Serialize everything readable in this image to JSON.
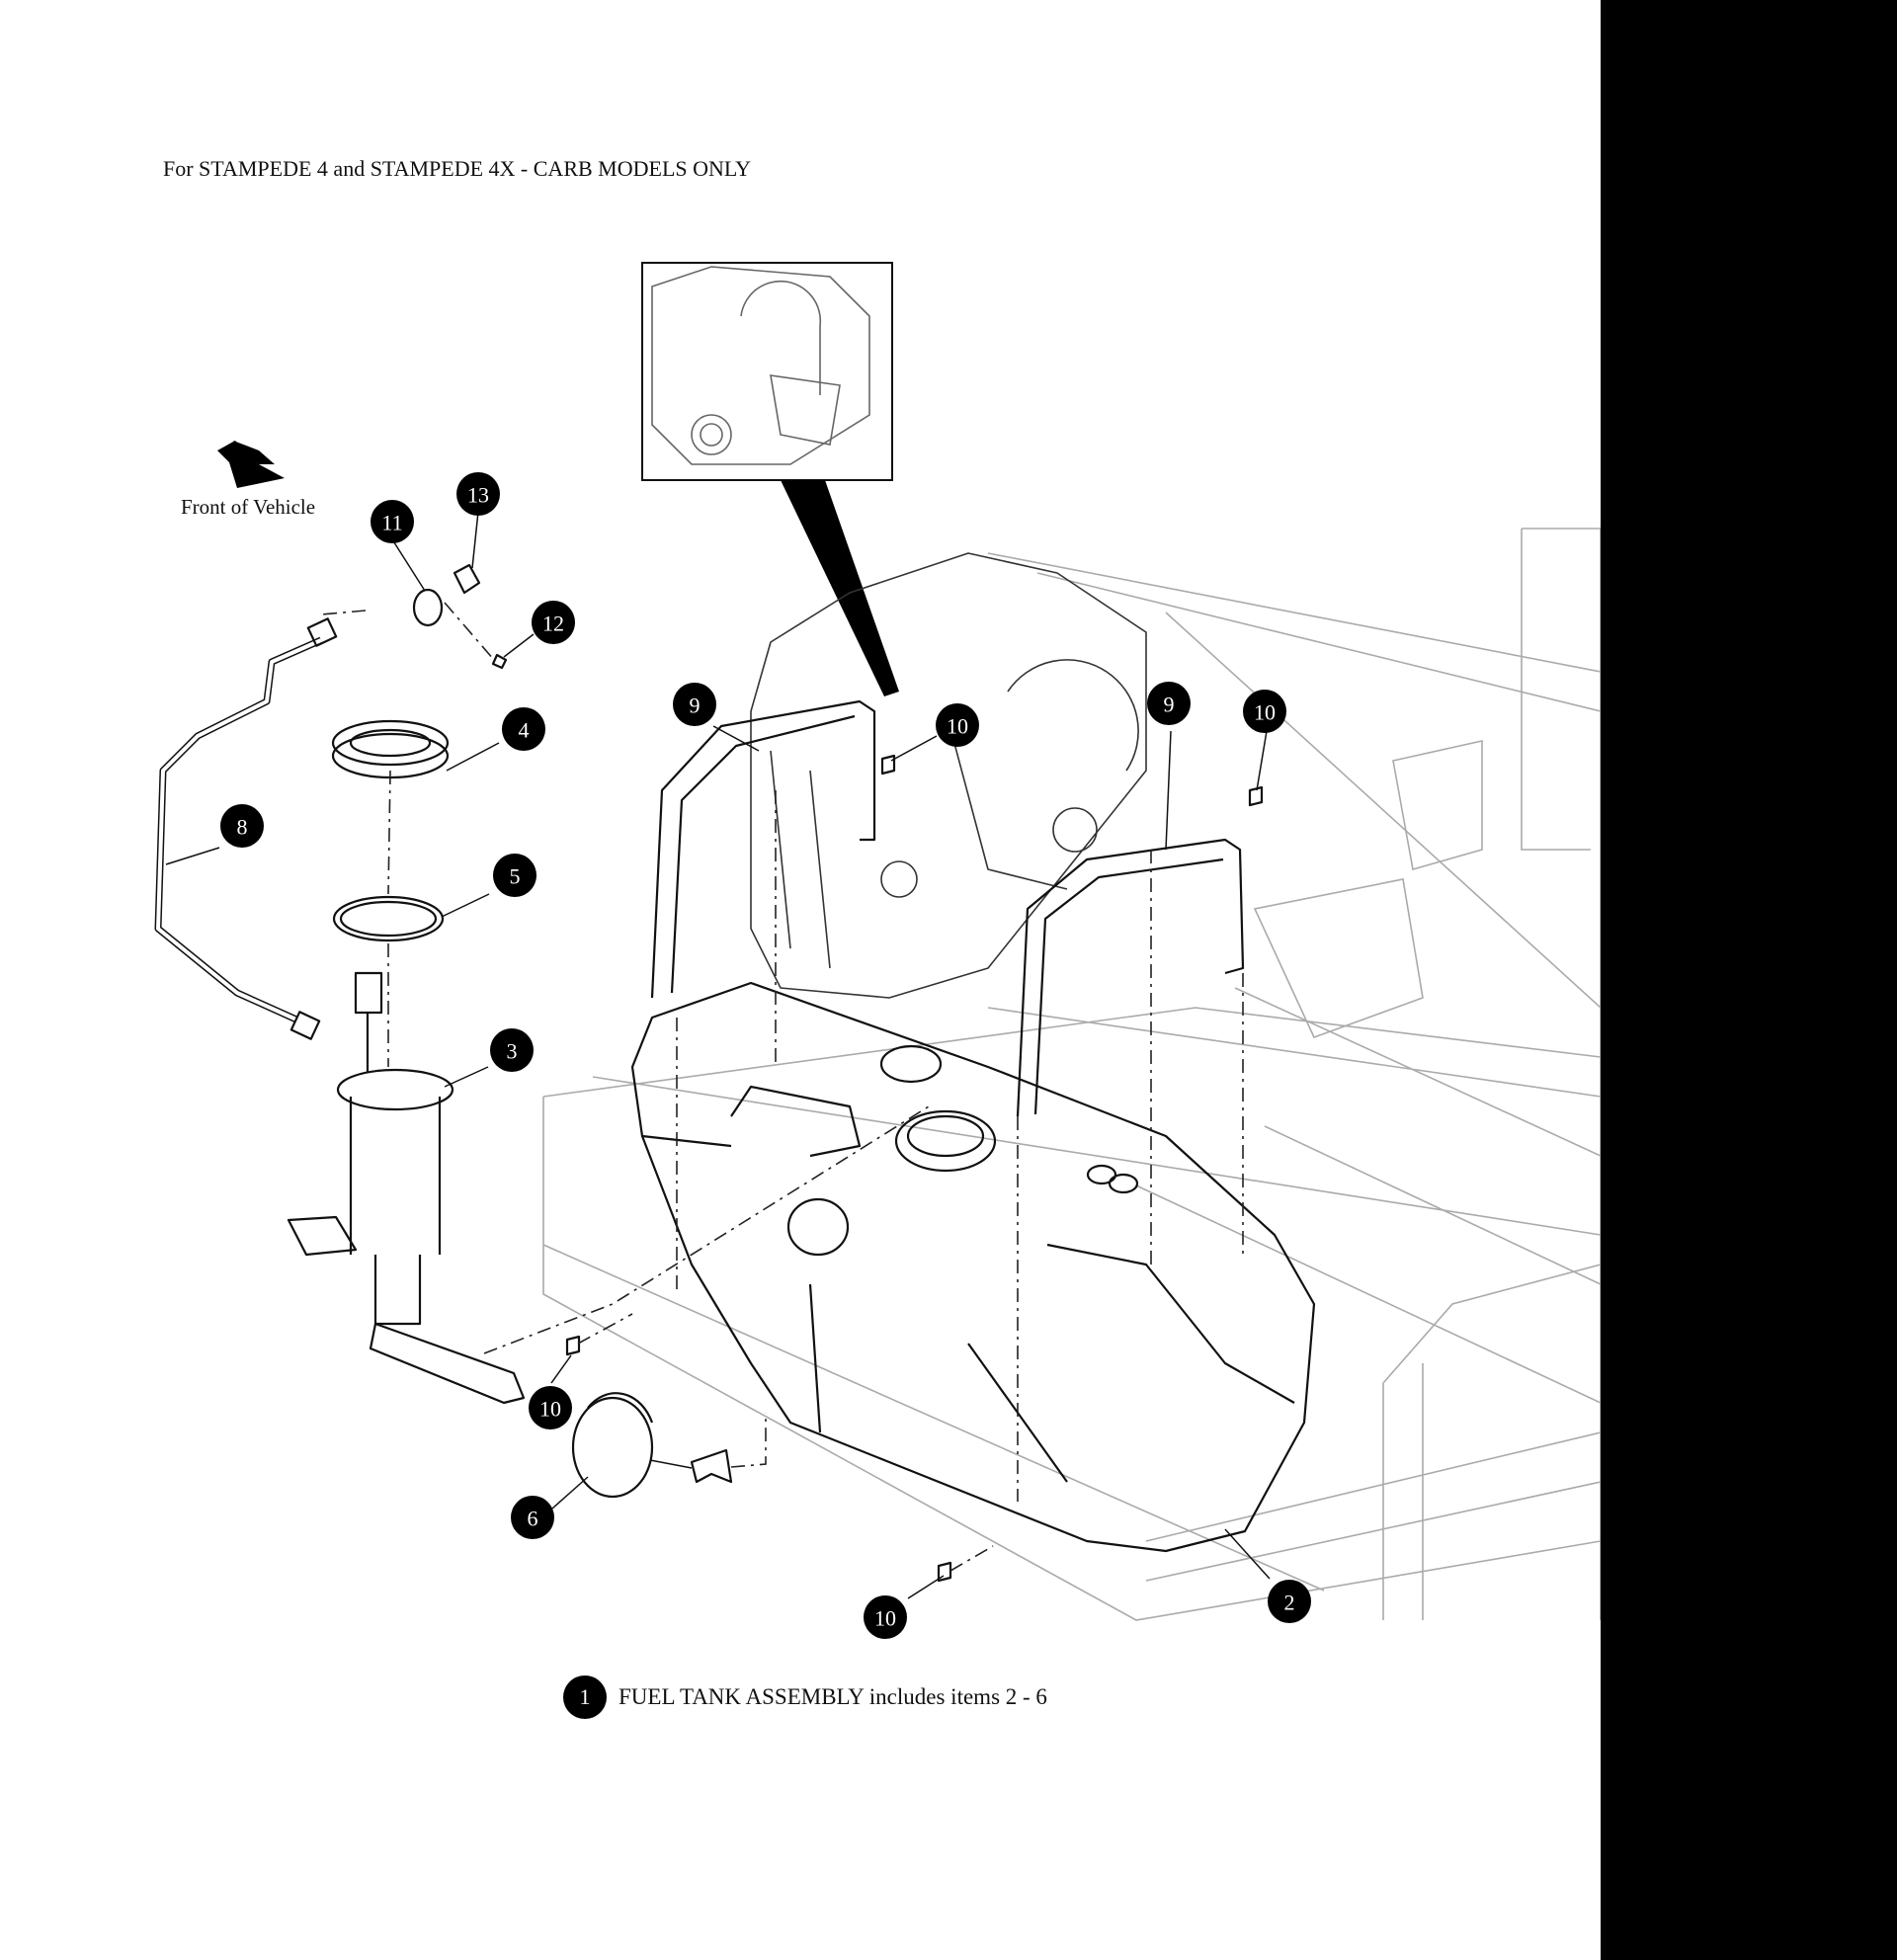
{
  "header": {
    "title": "For STAMPEDE 4 and STAMPEDE 4X - CARB MODELS ONLY"
  },
  "orientation": {
    "label": "Front of Vehicle",
    "icon": "arrow-icon"
  },
  "callouts": [
    {
      "id": "c11",
      "number": "11"
    },
    {
      "id": "c13",
      "number": "13"
    },
    {
      "id": "c12",
      "number": "12"
    },
    {
      "id": "c4",
      "number": "4"
    },
    {
      "id": "c8",
      "number": "8"
    },
    {
      "id": "c5",
      "number": "5"
    },
    {
      "id": "c3",
      "number": "3"
    },
    {
      "id": "c9a",
      "number": "9"
    },
    {
      "id": "c10a",
      "number": "10"
    },
    {
      "id": "c9b",
      "number": "9"
    },
    {
      "id": "c10b",
      "number": "10"
    },
    {
      "id": "c10c",
      "number": "10"
    },
    {
      "id": "c6",
      "number": "6"
    },
    {
      "id": "c10d",
      "number": "10"
    },
    {
      "id": "c2",
      "number": "2"
    }
  ],
  "legend": {
    "number": "1",
    "text": "FUEL TANK ASSEMBLY includes items 2 - 6"
  },
  "colors": {
    "callout_fill": "#000000",
    "callout_text": "#ffffff",
    "line_art": "#111111",
    "background_frame": "#aaaaaa"
  }
}
